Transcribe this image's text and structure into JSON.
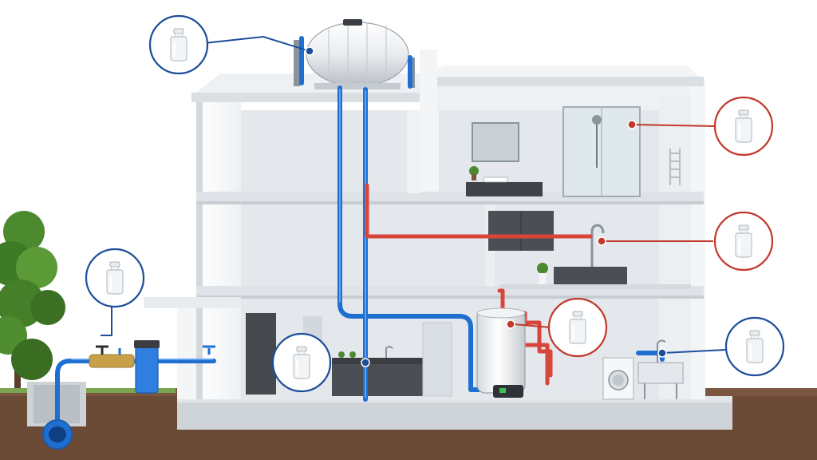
{
  "colors": {
    "cold_water": "#1f6fd1",
    "hot_water": "#d8463b",
    "cold_callout": "#1d4e9a",
    "hot_callout": "#c0392b",
    "wall": "#f4f6f8",
    "interior": "#e6eaee",
    "slab": "#dfe3e7",
    "soil": "#6b4a36",
    "cabinet": "#4b4f55",
    "tree": "#4d8a2f"
  },
  "sample_points": [
    {
      "id": "rooftop-tank",
      "line": "cold",
      "icon": "sample-bottle-icon"
    },
    {
      "id": "shower",
      "line": "hot",
      "icon": "sample-bottle-icon"
    },
    {
      "id": "kitchen-faucet",
      "line": "hot",
      "icon": "sample-bottle-icon"
    },
    {
      "id": "water-heater",
      "line": "hot",
      "icon": "sample-bottle-icon"
    },
    {
      "id": "laundry-sink",
      "line": "cold",
      "icon": "sample-bottle-icon"
    },
    {
      "id": "main-riser",
      "line": "cold",
      "icon": "sample-bottle-icon"
    },
    {
      "id": "service-entry",
      "line": "cold",
      "icon": "sample-bottle-icon"
    }
  ]
}
